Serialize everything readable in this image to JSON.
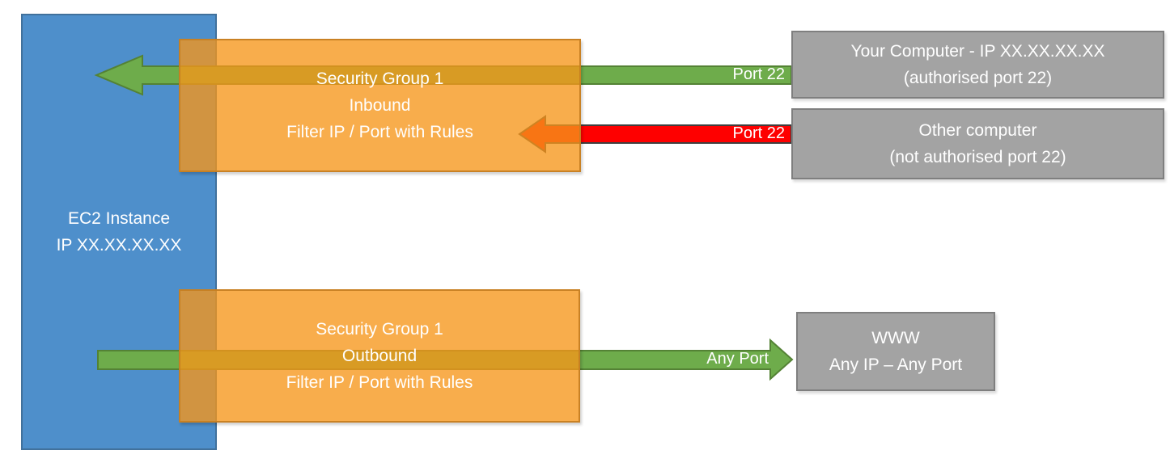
{
  "ec2_instance": {
    "name": "EC2 Instance",
    "ip": "IP XX.XX.XX.XX"
  },
  "security_group_inbound": {
    "title": "Security Group 1",
    "direction": "Inbound",
    "rule": "Filter IP / Port with Rules"
  },
  "security_group_outbound": {
    "title": "Security Group 1",
    "direction": "Outbound",
    "rule": "Filter IP / Port with Rules"
  },
  "arrows": {
    "ssh_allowed": {
      "label": "Port 22",
      "direction": "left",
      "status": "allowed"
    },
    "ssh_blocked": {
      "label": "Port 22",
      "direction": "left",
      "status": "blocked"
    },
    "outbound_any": {
      "label": "Any Port",
      "direction": "right",
      "status": "allowed"
    }
  },
  "endpoints": {
    "your_computer": {
      "line1": "Your Computer - IP XX.XX.XX.XX",
      "line2": "(authorised port 22)"
    },
    "other_computer": {
      "line1": "Other computer",
      "line2": "(not authorised port 22)"
    },
    "www": {
      "line1": "WWW",
      "line2": "Any IP – Any Port"
    }
  },
  "colors": {
    "ec2_blue": "#4E8FCB",
    "ec2_blue_border": "#41719C",
    "security_group_orange": "#F69619",
    "security_group_border": "#C67E22",
    "allowed_green": "#6EAC4B",
    "allowed_green_border": "#548235",
    "blocked_red": "#FE0000",
    "blocked_red_border": "#3F3F3F",
    "endpoint_gray": "#A3A3A3",
    "endpoint_gray_border": "#7F7F7F",
    "text_white": "#FFFFFF"
  }
}
